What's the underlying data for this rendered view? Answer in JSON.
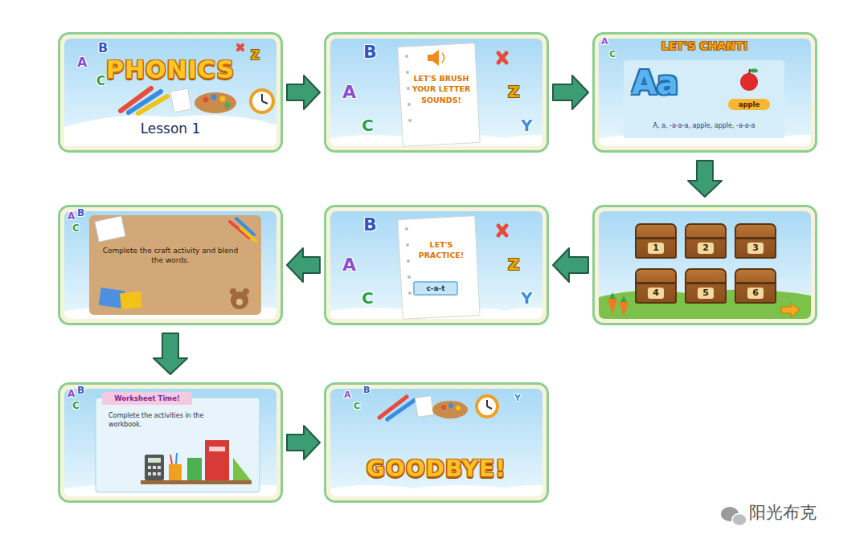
{
  "diagram": {
    "nodes": [
      {
        "text": [
          "PHONICS",
          "Lesson 1"
        ]
      },
      {
        "text": [
          "LET'S BRUSH YOUR LETTER SOUNDS!"
        ]
      },
      {
        "text": [
          "LET'S CHANT!",
          "Aa",
          "apple",
          "A, a, -a-a-a, apple, apple, -a-a-a"
        ]
      },
      {
        "text": []
      },
      {
        "text": [
          "1"
        ],
        "in": 3
      },
      {
        "text": [
          "2"
        ],
        "in": 3
      },
      {
        "text": [
          "3"
        ],
        "in": 3
      },
      {
        "text": [
          "4"
        ],
        "in": 3
      },
      {
        "text": [
          "5"
        ],
        "in": 3
      },
      {
        "text": [
          "6"
        ],
        "in": 3
      },
      {
        "text": [
          "LET'S PRACTICE!"
        ]
      },
      {
        "text": [
          "c-a-t"
        ],
        "in": 10
      },
      {
        "text": [
          "Complete the craft activity and blend the words."
        ]
      },
      {
        "text": [
          "Worksheet Time!",
          "Complete the activities in the workbook."
        ]
      },
      {
        "text": [
          "GOODBYE!"
        ]
      }
    ],
    "edges": [
      {
        "from": 0,
        "to": 1,
        "arrow": "to"
      },
      {
        "from": 1,
        "to": 2,
        "arrow": "to"
      },
      {
        "from": 2,
        "to": 3,
        "arrow": "to"
      },
      {
        "from": 3,
        "to": 10,
        "arrow": "to"
      },
      {
        "from": 10,
        "to": 12,
        "arrow": "to"
      },
      {
        "from": 12,
        "to": 13,
        "arrow": "to"
      },
      {
        "from": 13,
        "to": 14,
        "arrow": "to"
      }
    ],
    "labels": [
      "A",
      "B",
      "C",
      "Z",
      "B",
      "A",
      "C",
      "Z",
      "Y",
      "A",
      "C",
      "B",
      "A",
      "C",
      "Z",
      "Y",
      "A",
      "B",
      "C",
      "A",
      "B",
      "C",
      "A",
      "B",
      "C",
      "Y",
      "阳光布克"
    ]
  }
}
